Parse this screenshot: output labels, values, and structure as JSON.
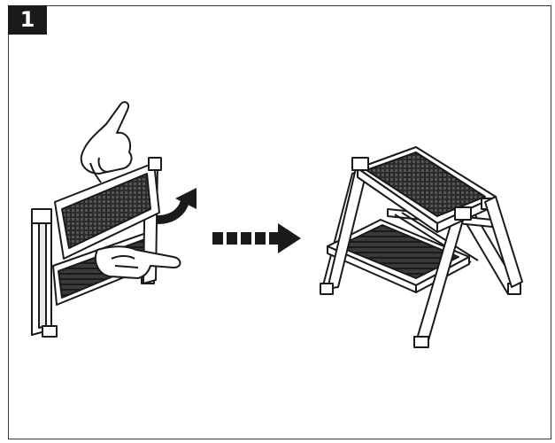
{
  "step": {
    "number": "1"
  },
  "icons": {
    "before": "folded-step-stool-being-unfolded-by-hands",
    "transition": "dashed-right-arrow",
    "after": "unfolded-two-step-stool"
  },
  "colors": {
    "ink": "#1a1a1a",
    "frame": "#3a3a3a",
    "background": "#ffffff"
  }
}
